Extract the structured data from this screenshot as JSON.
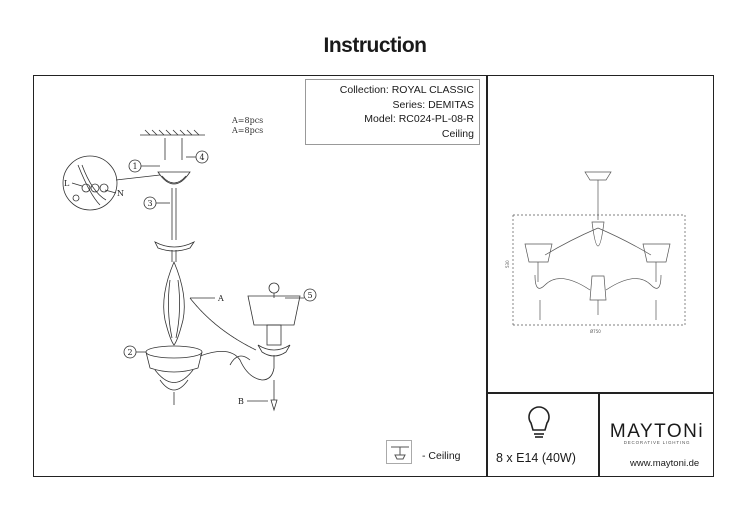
{
  "page": {
    "title": "Instruction"
  },
  "product": {
    "collection": "Collection: ROYAL CLASSIC",
    "series": "Series: DEMITAS",
    "model": "Model: RC024-PL-08-R",
    "mount": "Ceiling"
  },
  "quantities": {
    "line1": "A=8pcs",
    "line2": "A=8pcs"
  },
  "callouts": {
    "step1": "1",
    "step2": "2",
    "step3": "3",
    "step4": "4",
    "step5": "5",
    "part_a": "A",
    "part_b": "B",
    "wire_l": "L",
    "wire_n": "N"
  },
  "dimensions": {
    "width": "Ø750",
    "height": "530"
  },
  "mount_legend": {
    "label": "- Ceiling",
    "icon": "ceiling-mount-icon"
  },
  "lamp": {
    "icon": "light-bulb-icon",
    "spec": "8 x E14 (40W)"
  },
  "brand": {
    "name": "MAYTONi",
    "tagline": "DECORATIVE LIGHTING",
    "website": "www.maytoni.de"
  }
}
